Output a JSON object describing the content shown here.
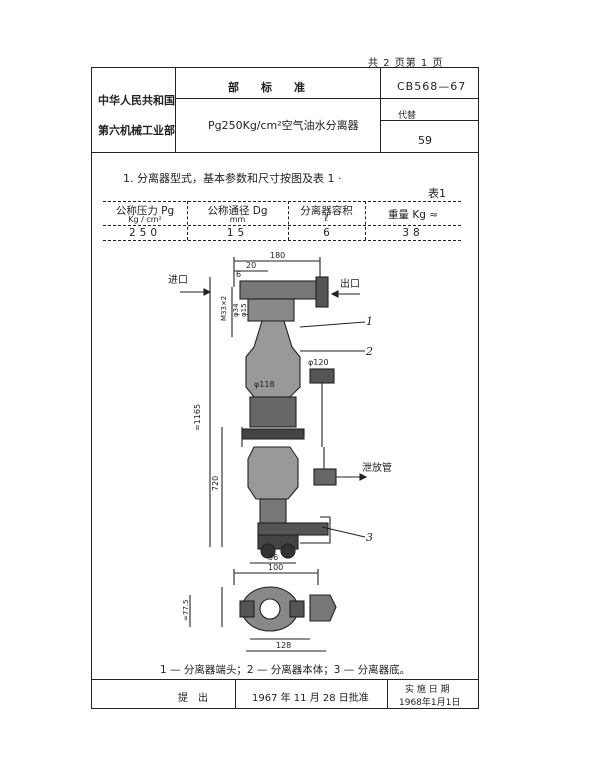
{
  "page_indicator": "共 2 页第 1 页",
  "header": {
    "issuer_line1": "中华人民共和国",
    "issuer_line2": "第六机械工业部",
    "category": "部　　标　　准",
    "standard_no": "CB568—67",
    "title": "Pg250Kg/cm²空气油水分离器",
    "replaces_label": "代替",
    "replaces_value": "59"
  },
  "section": {
    "heading": "1. 分离器型式，基本参数和尺寸按图及表 1 ·",
    "table_label": "表1"
  },
  "table": {
    "headers": [
      "公称压力 Pg",
      "公称通径 Dg",
      "分离器容积",
      "重量 Kg ≈"
    ],
    "units": [
      "Kg / cm²",
      "mm",
      "ℓ",
      ""
    ],
    "row": [
      "250",
      "15",
      "6",
      "38"
    ]
  },
  "drawing": {
    "inlet_label": "进口",
    "outlet_label": "出口",
    "drain_label": "泄放管",
    "part_numbers": [
      "1",
      "2",
      "3"
    ],
    "dimensions": [
      "180",
      "20",
      "6",
      "φ120",
      "φ118",
      "≈1165",
      "720",
      "36",
      "100",
      "128",
      "≈77.5",
      "φ34",
      "φ15",
      "M33×2"
    ]
  },
  "caption": "1 — 分离器端头；2 — 分离器本体；3 — 分离器底。",
  "footer": {
    "proposed_label": "提　出",
    "approval_date": "1967 年 11 月 28 日批准",
    "effective_label": "实 施 日 期",
    "effective_date": "1968年1月1日"
  }
}
